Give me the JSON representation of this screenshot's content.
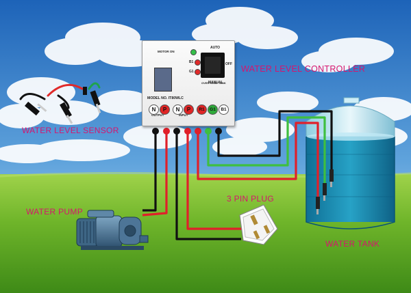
{
  "labels": {
    "controller": "WATER LEVEL CONTROLLER",
    "sensor": "WATER LEVEL SENSOR",
    "pump": "WATER PUMP",
    "plug": "3 PIN PLUG",
    "tank": "WATER TANK"
  },
  "controller": {
    "auto": "AUTO",
    "off": "OFF",
    "manual": "MANUAL",
    "motor_on": "MOTOR ON",
    "b1": "B1",
    "g1": "G1",
    "model": "MODEL NO. IT80WLC",
    "output": "OUTPUT",
    "input": "INPUT",
    "over_head_tank": "OVER HEAD TANK",
    "terminals": [
      "N",
      "P",
      "N",
      "P",
      "R1",
      "G1",
      "B1"
    ]
  },
  "colors": {
    "label": "#d6156e",
    "wire_black": "#111111",
    "wire_red": "#e0202a",
    "wire_green": "#3fbf3f",
    "terminal_red": "#e02525",
    "terminal_green": "#2eaa3a",
    "led_green": "#35c04a",
    "led_red": "#e02a2a",
    "tank_water": "#1f8fb3"
  },
  "icons": [
    "water-level-controller",
    "sensor-probes-icon",
    "water-pump-icon",
    "three-pin-plug-icon",
    "water-tank-icon"
  ]
}
